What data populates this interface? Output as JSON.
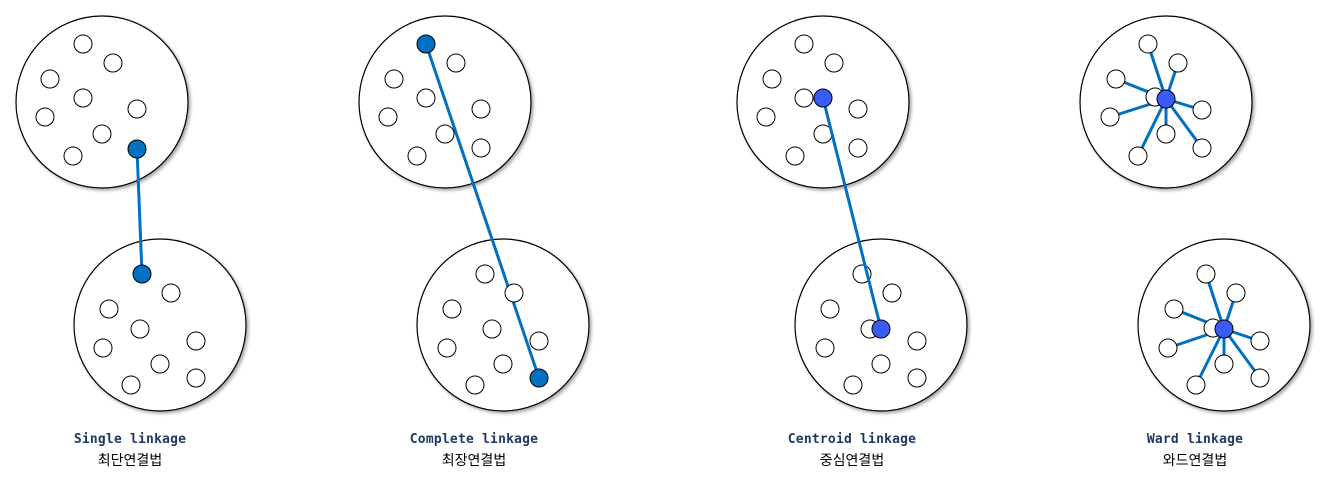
{
  "panels": [
    {
      "id": "single",
      "title": "Single linkage",
      "subtitle": "최단연결법"
    },
    {
      "id": "complete",
      "title": "Complete linkage",
      "subtitle": "최장연결법"
    },
    {
      "id": "centroid",
      "title": "Centroid linkage",
      "subtitle": "중심연결법"
    },
    {
      "id": "ward",
      "title": "Ward linkage",
      "subtitle": "와드연결법"
    }
  ],
  "colors": {
    "link": "#0070C0",
    "member_fill": "#0070C0",
    "centroid_fill": "#3B5BF5",
    "outline": "#000000",
    "background": "#ffffff"
  }
}
